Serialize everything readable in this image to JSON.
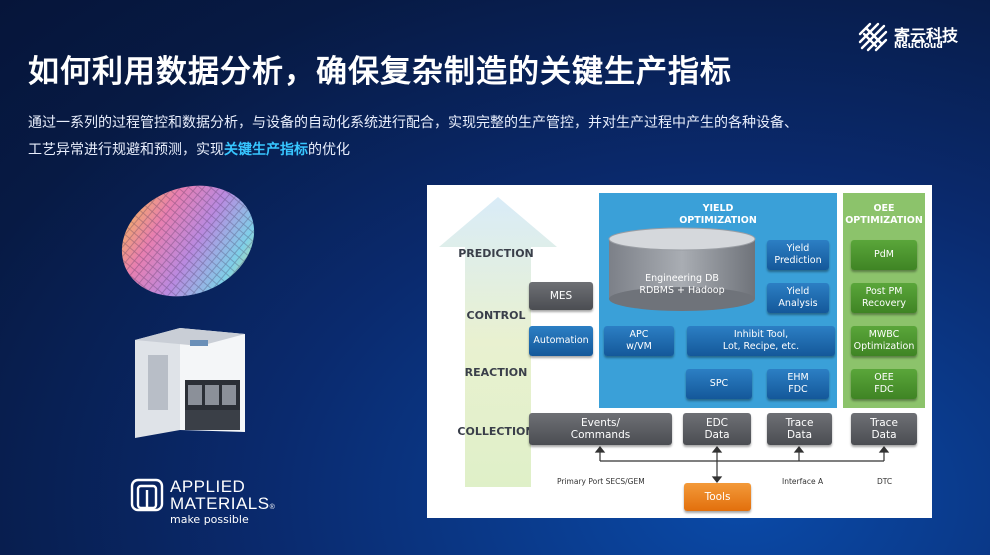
{
  "title": "如何利用数据分析，确保复杂制造的关键生产指标",
  "subtitle": {
    "line1": "通过一系列的过程管控和数据分析，与设备的自动化系统进行配合，实现完整的生产管控，并对生产过程中产生的各种设备、",
    "line2_prefix": "工艺异常进行规避和预测，实现",
    "line2_highlight": "关键生产指标",
    "line2_suffix": "的优化"
  },
  "brand": {
    "name_cn": "寄云科技",
    "name_en": "NeuCloud"
  },
  "applied": {
    "name_line1": "APPLIED",
    "name_line2": "MATERIALS",
    "reg": "®",
    "tagline": "make possible"
  },
  "colors": {
    "highlight": "#37c6ff",
    "yield_zone": "#3aa0d8",
    "oee_zone": "#8cc36b",
    "box_blue": "#1f6db0",
    "box_grey": "#5b5d62",
    "box_green": "#4c952f",
    "box_orange": "#ef8420"
  },
  "diagram": {
    "rows": [
      "PREDICTION",
      "CONTROL",
      "REACTION",
      "COLLECTION"
    ],
    "yield_title": "YIELD\nOPTIMIZATION",
    "oee_title": "OEE\nOPTIMIZATION",
    "db_label": "Engineering DB\nRDBMS + Hadoop",
    "boxes": {
      "mes": "MES",
      "automation": "Automation",
      "apc": "APC\nw/VM",
      "inhibit": "Inhibit Tool,\nLot, Recipe, etc.",
      "spc": "SPC",
      "ehm": "EHM\nFDC",
      "yield_pred": "Yield\nPrediction",
      "yield_analysis": "Yield\nAnalysis",
      "pdm": "PdM",
      "post_pm": "Post PM\nRecovery",
      "mwbc": "MWBC\nOptimization",
      "oee_fdc": "OEE\nFDC",
      "events": "Events/\nCommands",
      "edc": "EDC\nData",
      "trace1": "Trace\nData",
      "trace2": "Trace\nData",
      "tools": "Tools"
    },
    "labels": {
      "primary": "Primary Port SECS/GEM",
      "interface": "Interface A",
      "dtc": "DTC"
    }
  }
}
